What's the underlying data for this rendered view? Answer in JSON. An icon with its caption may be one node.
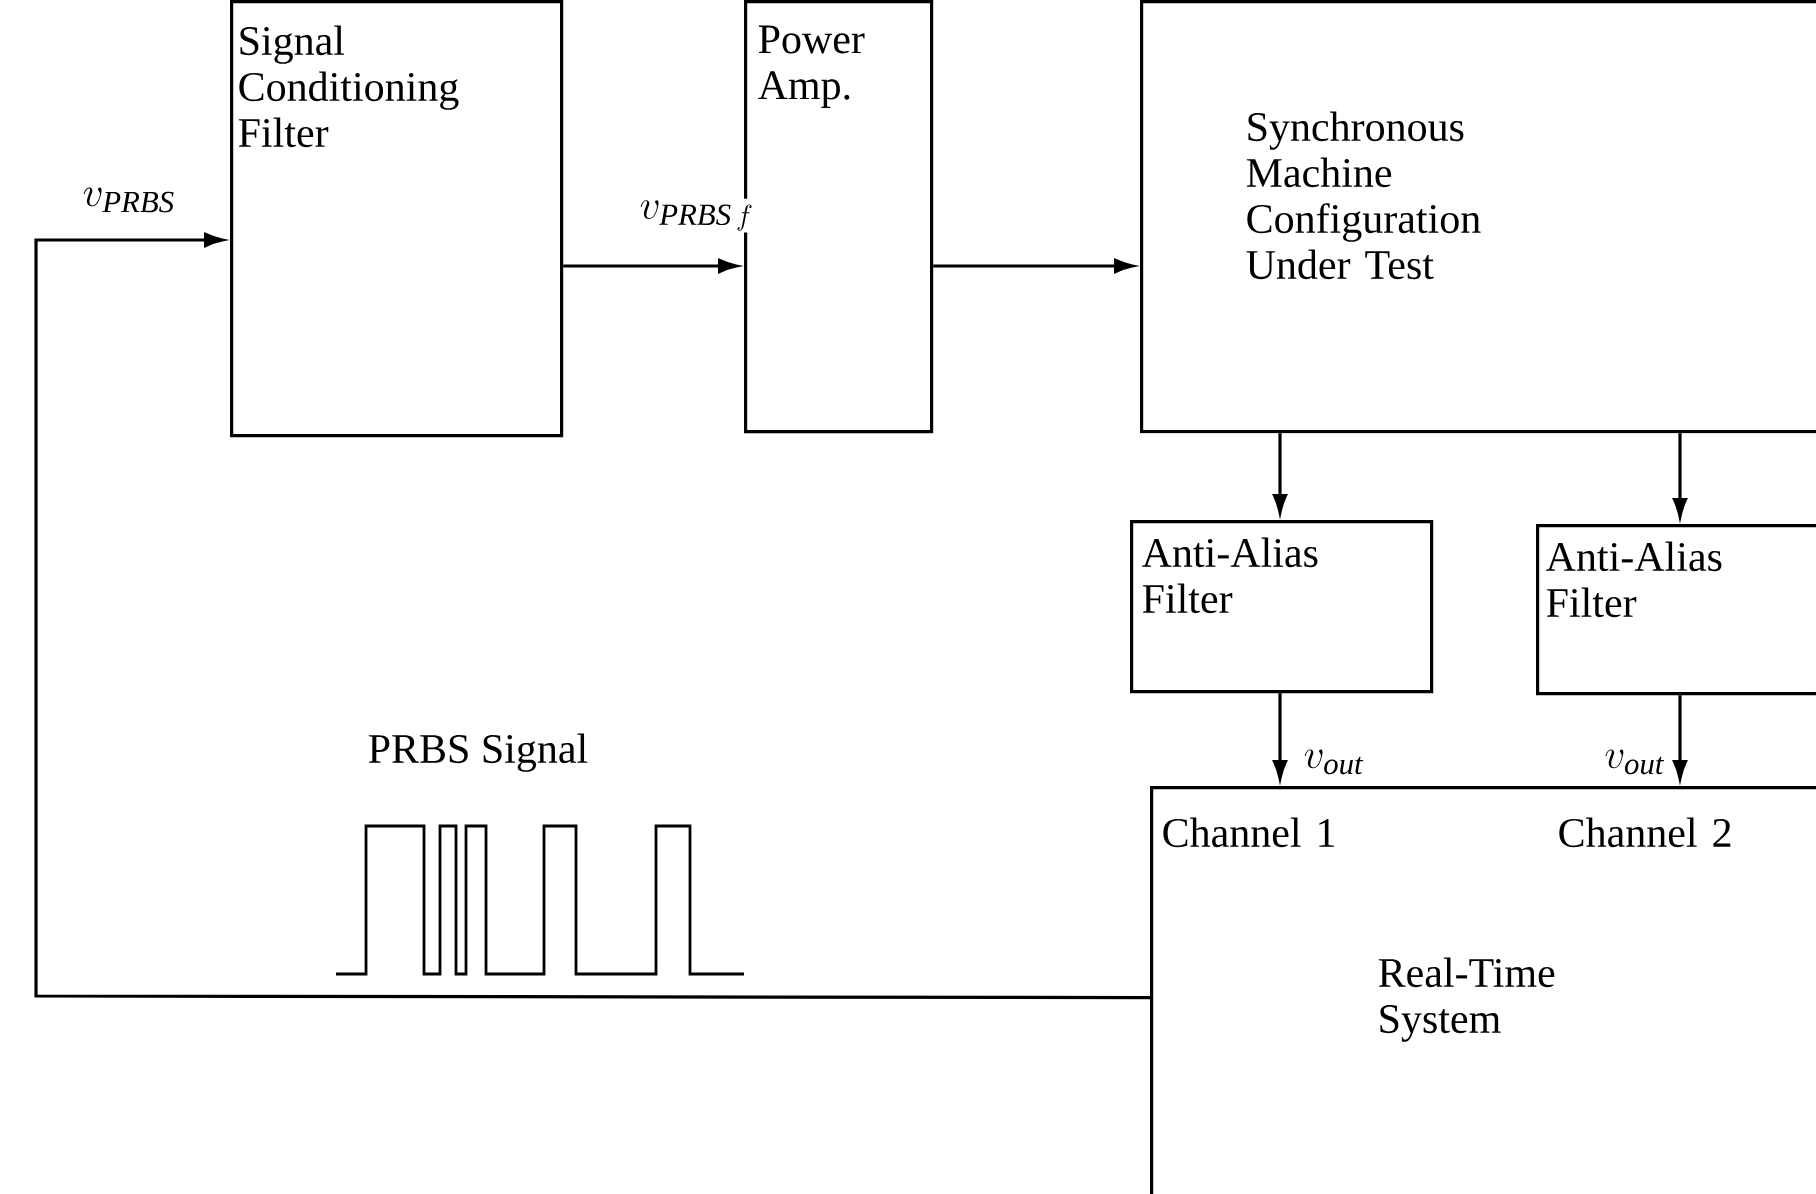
{
  "diagram": {
    "nodes": [
      {
        "text": [
          "Signal Conditioning Filter"
        ]
      },
      {
        "text": [
          "Power Amp."
        ]
      },
      {
        "text": [
          "Synchronous Machine Configuration Under Test"
        ]
      },
      {
        "text": [
          "Anti-Alias Filter"
        ]
      },
      {
        "text": [
          "Anti-Alias Filter"
        ]
      },
      {
        "text": [
          "Channel 1",
          "Channel 2",
          "Real-Time System"
        ]
      }
    ],
    "edges": [
      {
        "from": 5,
        "to": 0,
        "arrow": "to",
        "label": "v_{\\mathit{PRBS}}"
      },
      {
        "from": 0,
        "to": 1,
        "arrow": "to",
        "label": "v_{\\mathit{PRBS}\\,f}"
      },
      {
        "from": 1,
        "to": 2,
        "arrow": "to"
      },
      {
        "from": 2,
        "to": 3,
        "arrow": "to"
      },
      {
        "from": 2,
        "to": 4,
        "arrow": "to"
      },
      {
        "from": 3,
        "to": 5,
        "arrow": "to",
        "label": "v_{\\mathit{out}}"
      },
      {
        "from": 4,
        "to": 5,
        "arrow": "to",
        "label": "v_{\\mathit{out}}"
      }
    ],
    "labels": [
      "PRBS Signal"
    ]
  }
}
